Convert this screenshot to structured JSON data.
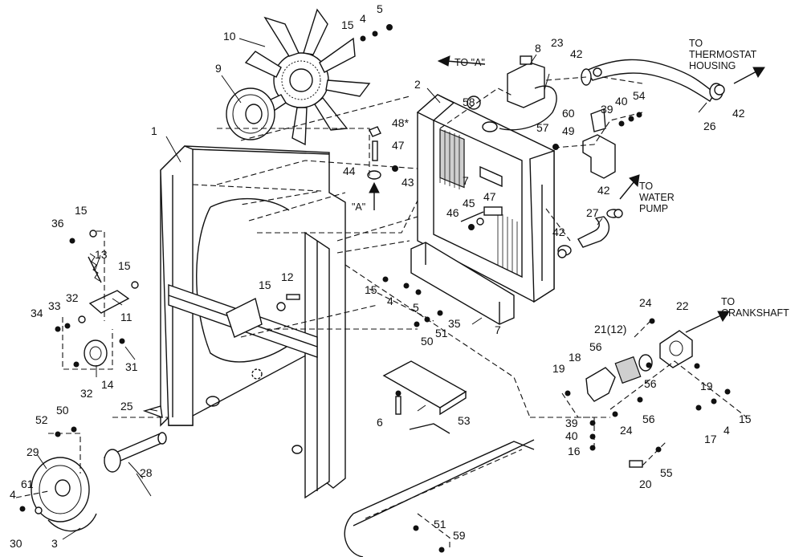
{
  "callouts": {
    "c1": "1",
    "c2": "2",
    "c3": "3",
    "c4a": "4",
    "c4b": "4",
    "c4c": "4",
    "c4d": "4",
    "c5a": "5",
    "c5b": "5",
    "c6": "6",
    "c7a": "7",
    "c7b": "7",
    "c8": "8",
    "c9": "9",
    "c10": "10",
    "c11": "11",
    "c12": "12",
    "c13": "13",
    "c14": "14",
    "c15a": "15",
    "c15b": "15",
    "c15c": "15",
    "c15d": "15",
    "c15e": "15",
    "c15f": "15",
    "c16": "16",
    "c17": "17",
    "c18": "18",
    "c19a": "19",
    "c19b": "19",
    "c20": "20",
    "c21": "21(12)",
    "c22": "22",
    "c23": "23",
    "c24a": "24",
    "c24b": "24",
    "c25": "25",
    "c26": "26",
    "c27": "27",
    "c28": "28",
    "c29": "29",
    "c30": "30",
    "c31": "31",
    "c32a": "32",
    "c32b": "32",
    "c33": "33",
    "c34": "34",
    "c35": "35",
    "c36": "36",
    "c39a": "39",
    "c39b": "39",
    "c40a": "40",
    "c40b": "40",
    "c42a": "42",
    "c42b": "42",
    "c42c": "42",
    "c42d": "42",
    "c43": "43",
    "c44": "44",
    "c45": "45",
    "c46": "46",
    "c47a": "47",
    "c47b": "47",
    "c48": "48*",
    "c49": "49",
    "c50a": "50",
    "c50b": "50",
    "c51a": "51",
    "c51b": "51",
    "c52": "52",
    "c53": "53",
    "c54": "54",
    "c55": "55",
    "c56a": "56",
    "c56b": "56",
    "c56c": "56",
    "c57": "57",
    "c58": "58",
    "c59": "59",
    "c60": "60",
    "c61": "61"
  },
  "notes": {
    "to_a": "TO \"A\"",
    "a_ref": "\"A\"",
    "thermostat_1": "TO",
    "thermostat_2": "THERMOSTAT",
    "thermostat_3": "HOUSING",
    "water_1": "TO",
    "water_2": "WATER",
    "water_3": "PUMP",
    "crank_1": "TO",
    "crank_2": "CRANKSHAFT"
  }
}
